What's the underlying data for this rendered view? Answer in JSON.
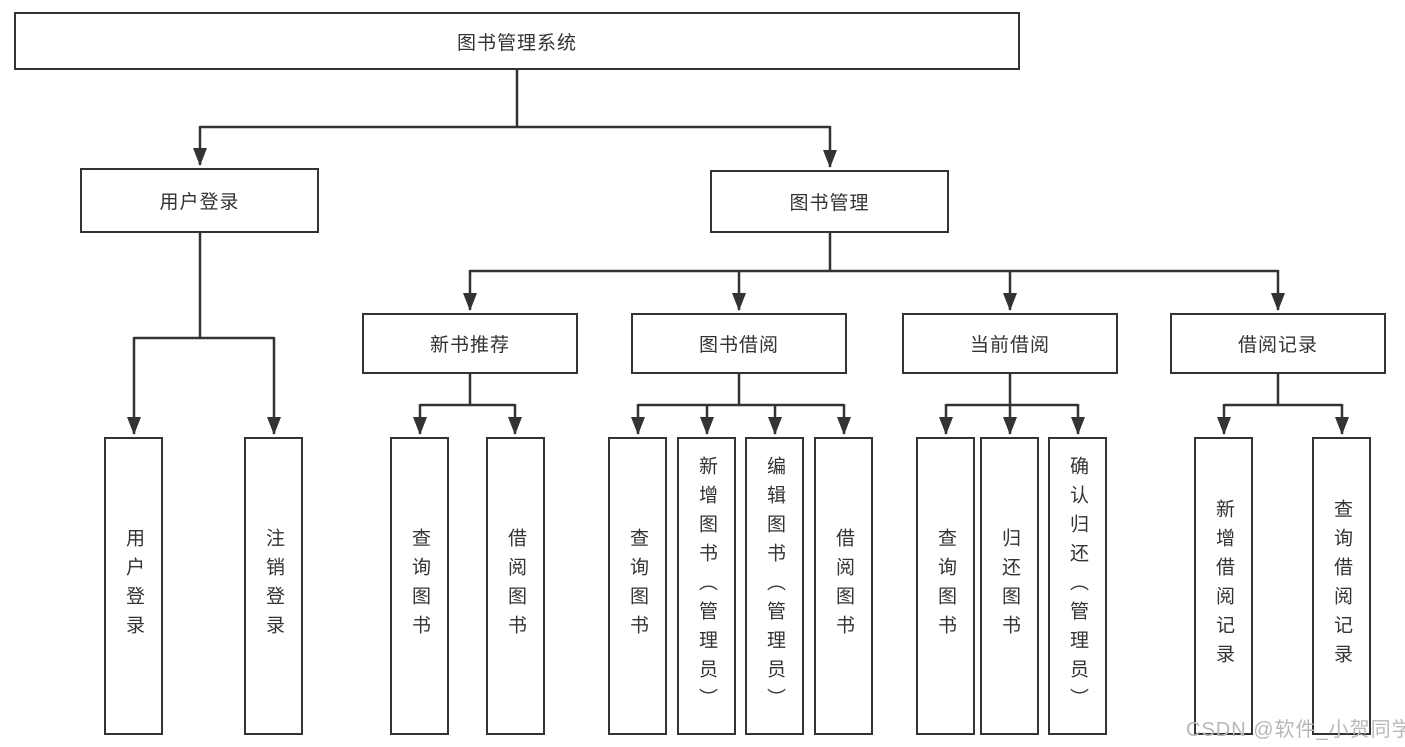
{
  "colors": {
    "line": "#333333",
    "box_border": "#333333",
    "box_fill": "#ffffff",
    "text": "#333333",
    "watermark": "#b8b8b8",
    "background": "#ffffff"
  },
  "watermark": {
    "text": "CSDN @软件_小贺同学"
  },
  "tree": {
    "root": {
      "label": "图书管理系统",
      "children": {
        "login": {
          "label": "用户登录",
          "children": {
            "leaf_login": {
              "label": "用户登录"
            },
            "leaf_logout": {
              "label": "注销登录"
            }
          }
        },
        "mgmt": {
          "label": "图书管理",
          "children": {
            "rec": {
              "label": "新书推荐",
              "children": {
                "query": {
                  "label": "查询图书"
                },
                "borrow": {
                  "label": "借阅图书"
                }
              }
            },
            "borrow": {
              "label": "图书借阅",
              "children": {
                "query": {
                  "label": "查询图书"
                },
                "add": {
                  "label": "新增图书（管理员）"
                },
                "edit": {
                  "label": "编辑图书（管理员）"
                },
                "lend": {
                  "label": "借阅图书"
                }
              }
            },
            "current": {
              "label": "当前借阅",
              "children": {
                "query": {
                  "label": "查询图书"
                },
                "return": {
                  "label": "归还图书"
                },
                "confirm": {
                  "label": "确认归还（管理员）"
                }
              }
            },
            "records": {
              "label": "借阅记录",
              "children": {
                "add": {
                  "label": "新增借阅记录"
                },
                "query": {
                  "label": "查询借阅记录"
                }
              }
            }
          }
        }
      }
    }
  }
}
